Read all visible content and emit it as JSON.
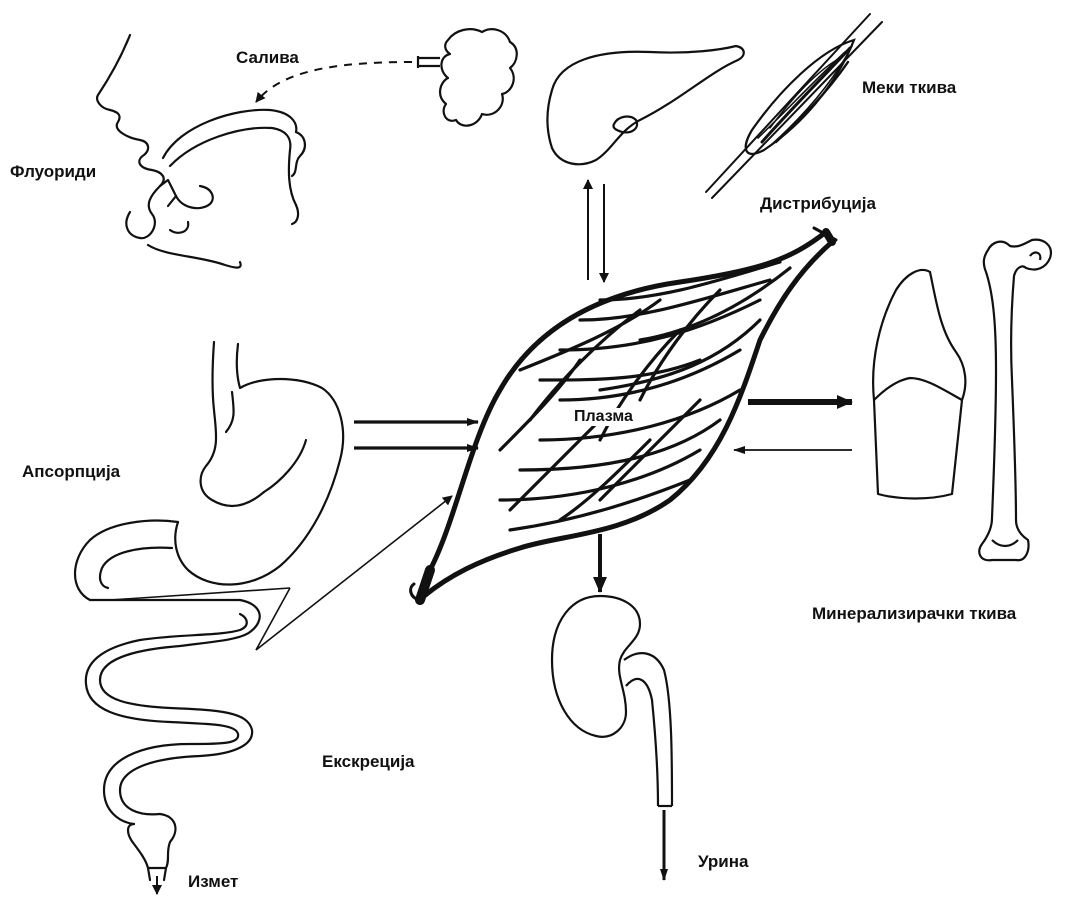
{
  "labels": {
    "saliva": "Салива",
    "fluorides": "Флуориди",
    "soft_tissue": "Меки ткива",
    "distribution": "Дистрибуција",
    "plasma": "Плазма",
    "absorption": "Апсорпција",
    "mineralizing_tissue": "Минерализирачки ткива",
    "excretion": "Екскреција",
    "urine": "Урина",
    "feces": "Измет"
  },
  "icons": [
    "head-profile-icon",
    "salivary-gland-icon",
    "liver-icon",
    "muscle-icon",
    "plasma-vessel-icon",
    "tooth-icon",
    "femur-bone-icon",
    "stomach-intestine-icon",
    "kidney-icon"
  ],
  "colors": {
    "ink": "#111111",
    "background": "#ffffff"
  }
}
